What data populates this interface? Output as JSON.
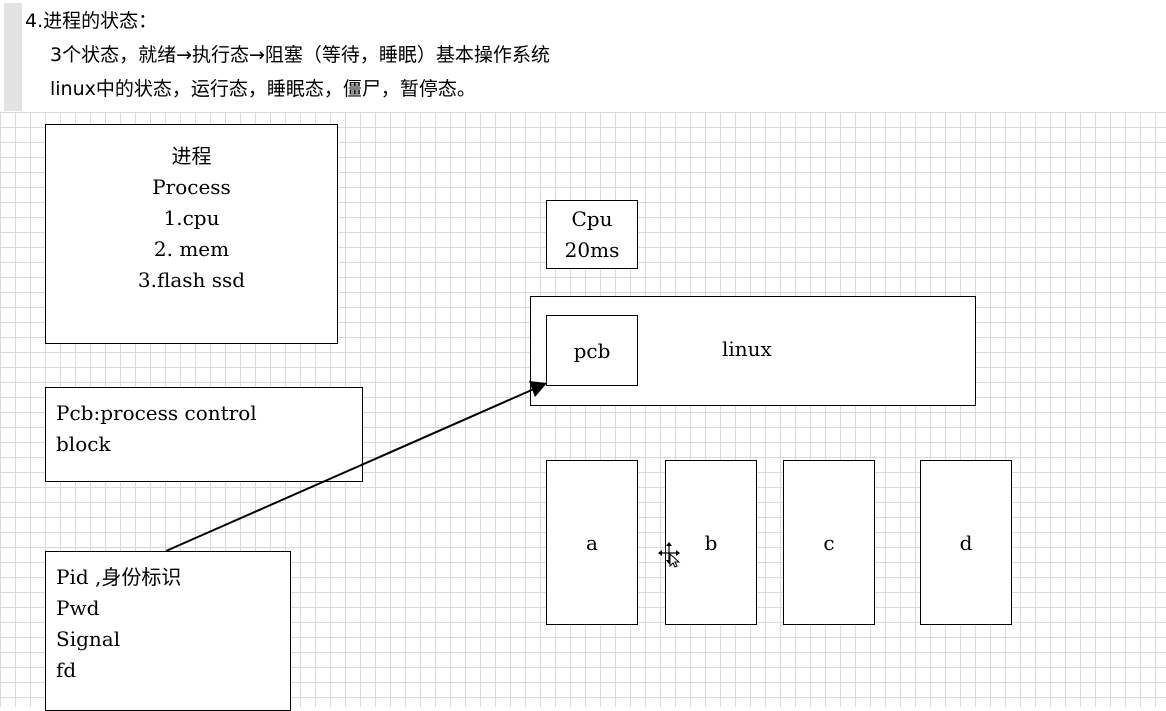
{
  "note": {
    "heading": "4.进程的状态：",
    "line1": "3个状态，就绪→执行态→阻塞（等待，睡眠）基本操作系统",
    "line2": "linux中的状态，运行态，睡眠态，僵尸，暂停态。"
  },
  "diagram": {
    "process_box": {
      "title": "进程",
      "subtitle": "Process",
      "items": [
        "1.cpu",
        "2. mem",
        "3.flash ssd"
      ]
    },
    "pcb_box": {
      "line1": "Pcb:process control",
      "line2": "block"
    },
    "pid_box": {
      "lines": [
        "Pid ,身份标识",
        "Pwd",
        "Signal",
        "fd"
      ]
    },
    "cpu_box": {
      "line1": "Cpu",
      "line2": "20ms"
    },
    "linux_box": {
      "label": "linux",
      "pcb_label": "pcb"
    },
    "process_slots": [
      "a",
      "b",
      "c",
      "d"
    ]
  },
  "colors": {
    "grid": "#d9d9d9",
    "note_bar": "#e2e2e2",
    "stroke": "#000000"
  }
}
